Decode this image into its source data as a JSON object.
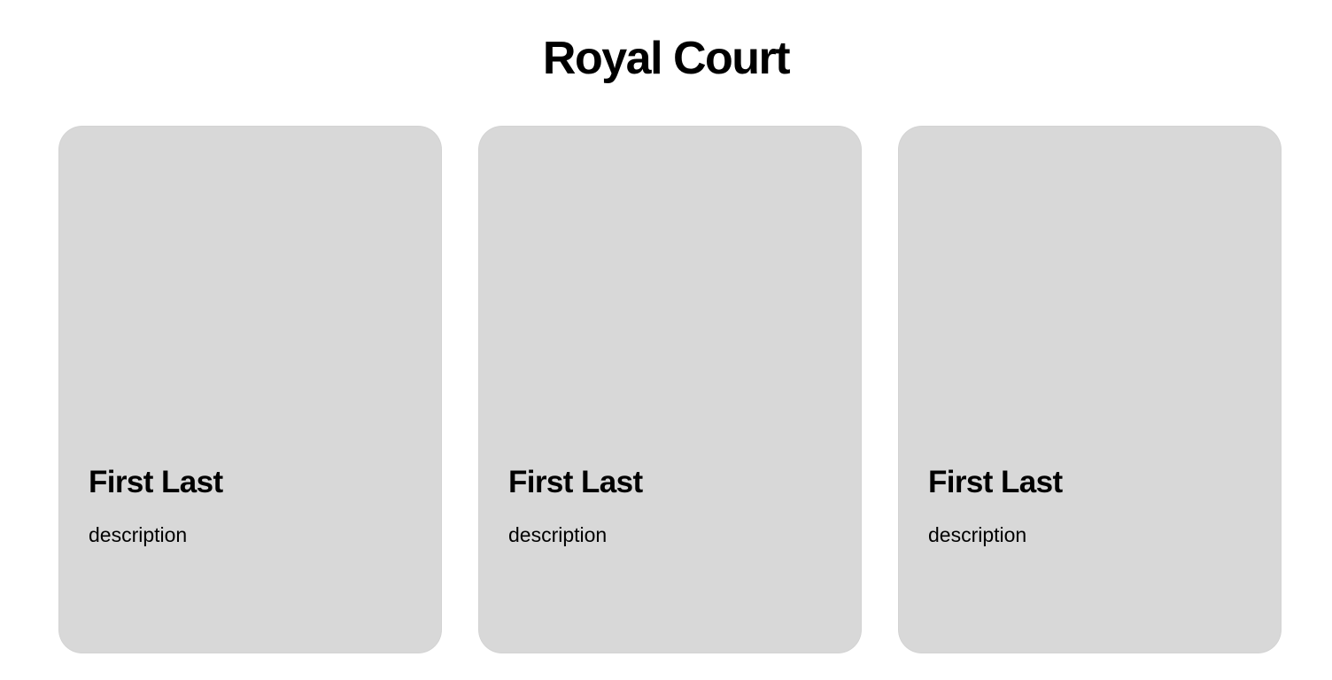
{
  "page": {
    "title": "Royal Court"
  },
  "cards": [
    {
      "name": "First Last",
      "description": "description"
    },
    {
      "name": "First Last",
      "description": "description"
    },
    {
      "name": "First Last",
      "description": "description"
    }
  ],
  "colors": {
    "background": "#ffffff",
    "card_background": "#d8d8d8",
    "text": "#000000"
  }
}
